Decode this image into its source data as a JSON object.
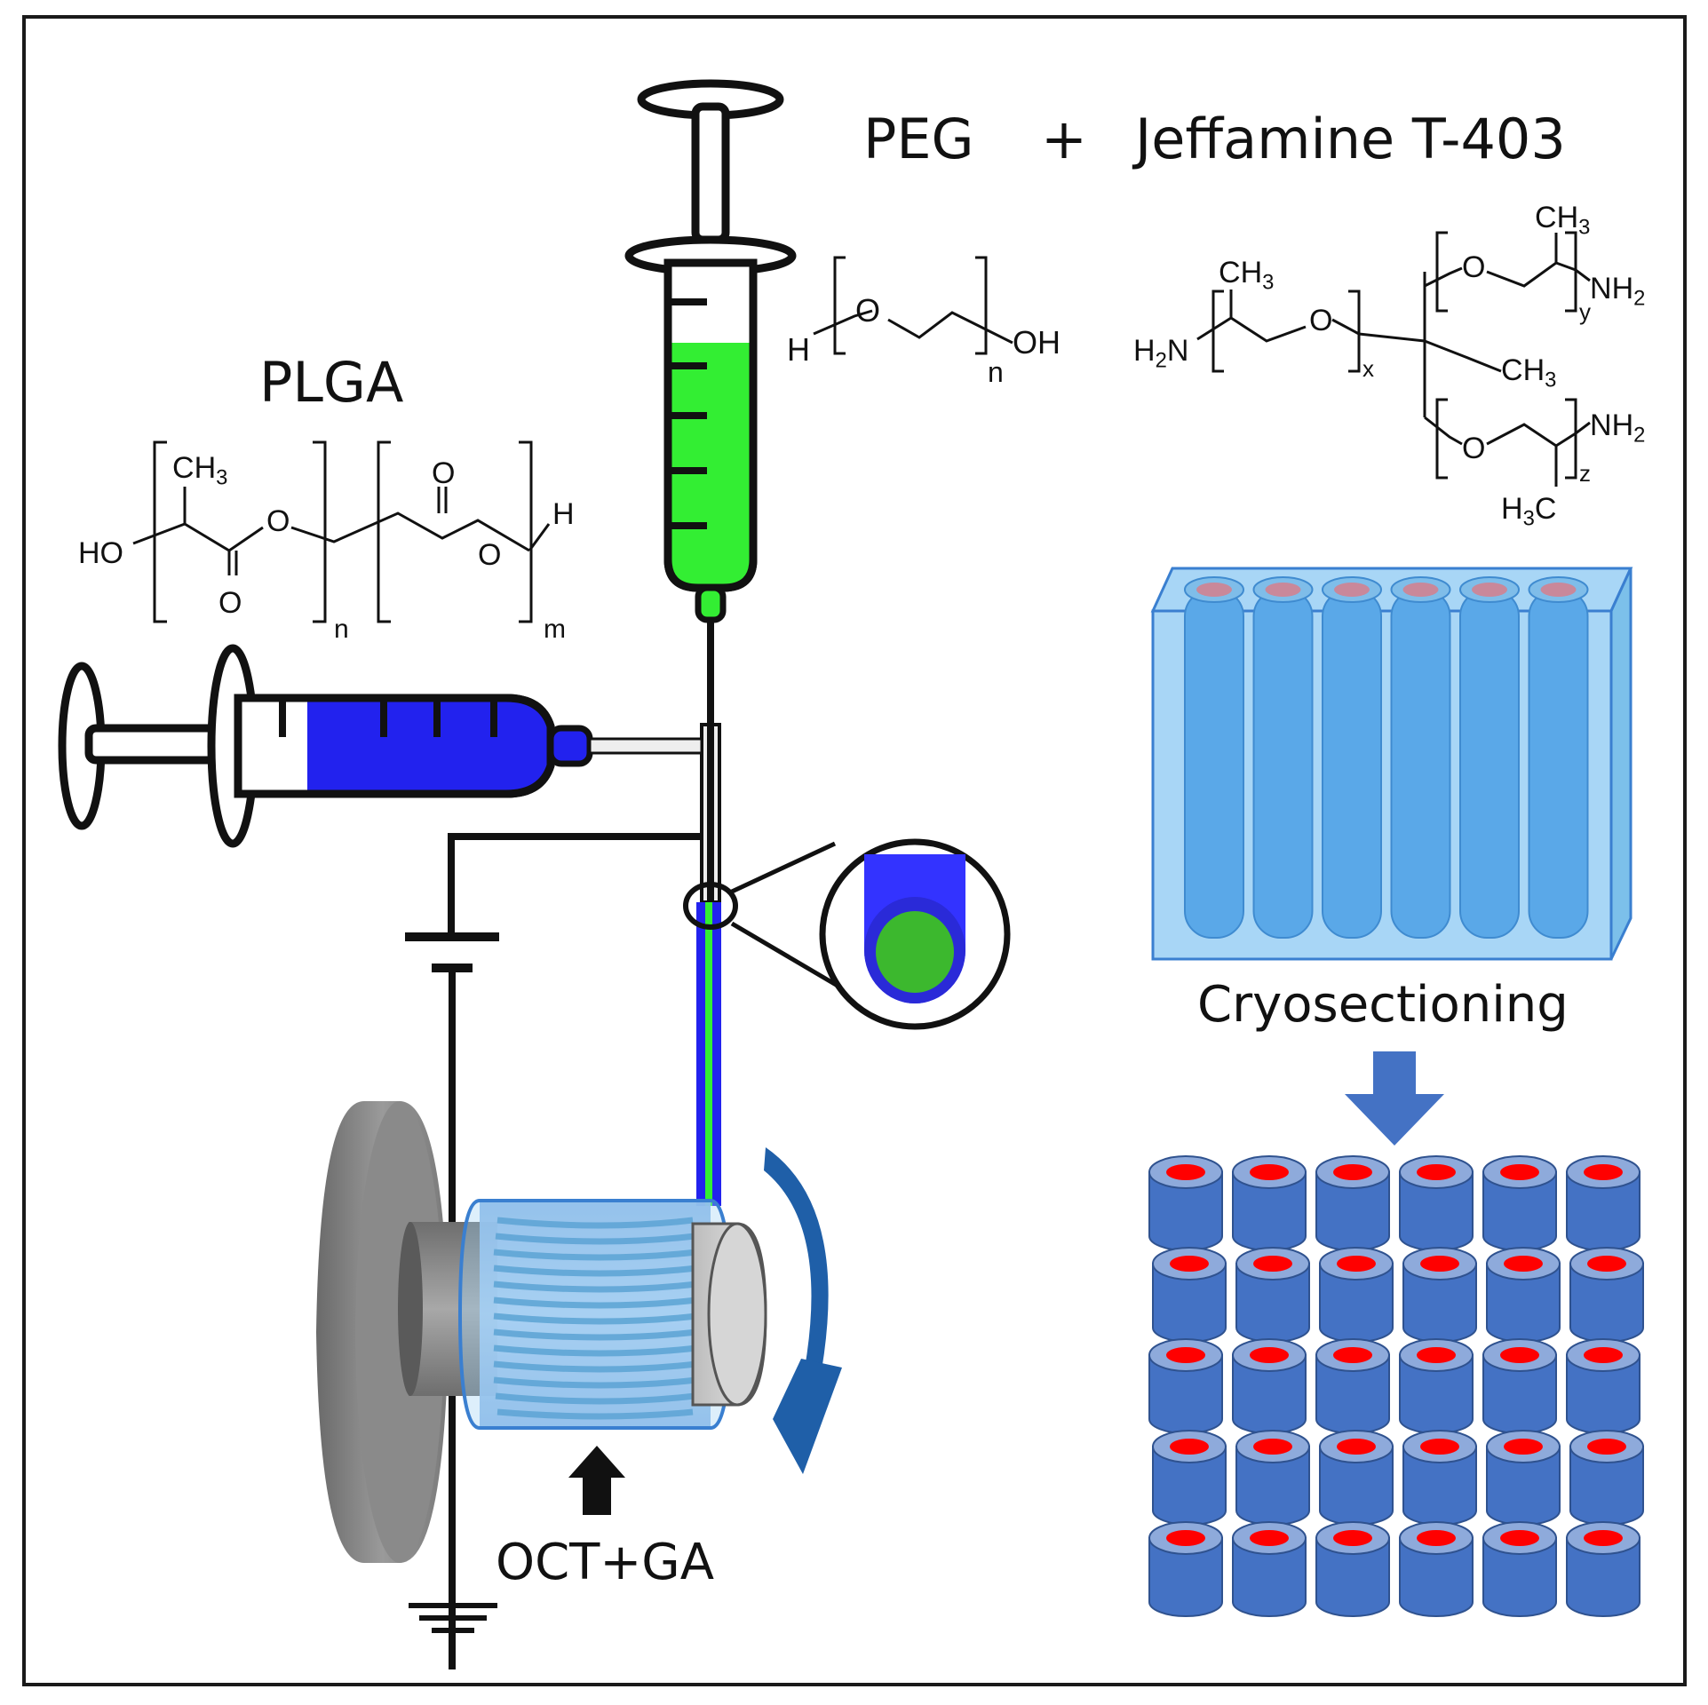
{
  "labels": {
    "peg": "PEG",
    "plus": "+",
    "jeffamine": "Jeffamine T-403",
    "plga": "PLGA",
    "cryosectioning": "Cryosectioning",
    "oct_ga": "OCT+GA"
  },
  "peg_formula": {
    "h": "H",
    "o": "O",
    "n": "n",
    "oh": "OH"
  },
  "plga_formula": {
    "ch3": "CH3",
    "ho": "HO",
    "o1": "O",
    "o2": "O",
    "o3": "O",
    "o4": "O",
    "h": "H",
    "n": "n",
    "m": "m"
  },
  "jeffamine_formula": {
    "ch3_top": "CH3",
    "ch3_left": "CH3",
    "h2n": "H2N",
    "o_x": "O",
    "x": "x",
    "o_y": "O",
    "nh2_y": "NH2",
    "y": "y",
    "ch3_mid": "CH3",
    "o_z": "O",
    "nh2_z": "NH2",
    "z": "z",
    "h3c": "H3C"
  },
  "colors": {
    "green_fluid": "#33ee33",
    "blue_fluid": "#2222ee",
    "block_blue": "#5aa8e8",
    "section_blue": "#4472c4",
    "core_red": "#ff0000",
    "arrow_blue": "#4472c4",
    "rotation_blue": "#1f5fa8"
  },
  "sections_grid": {
    "rows": 5,
    "cols": 6
  },
  "block_channels": 6,
  "icons": [
    "syringe-icon",
    "power-supply-icon",
    "ground-icon",
    "rotating-collector-icon",
    "rotation-arrow-icon",
    "down-arrow-icon",
    "up-arrow-icon"
  ]
}
